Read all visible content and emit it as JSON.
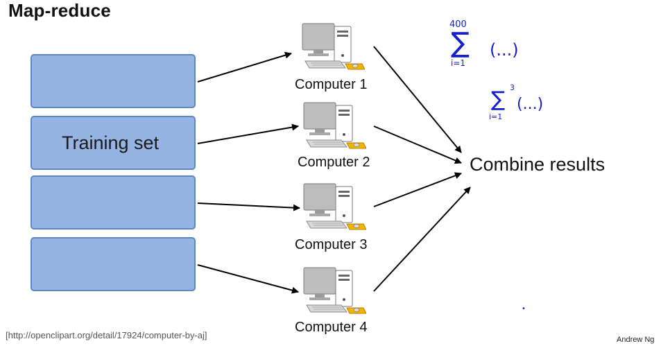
{
  "title": "Map-reduce",
  "training_set_label": "Training set",
  "computers": [
    {
      "label": "Computer 1"
    },
    {
      "label": "Computer 2"
    },
    {
      "label": "Computer 3"
    },
    {
      "label": "Computer 4"
    }
  ],
  "combine_label": "Combine results",
  "annotation": {
    "sum1_upper": "400",
    "sum1_lower": "i=1",
    "sum1_args": "(...)",
    "sum2_upper": "3",
    "sum2_lower": "i=1",
    "sum2_args": "(...)"
  },
  "credit": "[http://openclipart.org/detail/17924/computer-by-aj]",
  "author": "Andrew Ng",
  "colors": {
    "block_fill": "#95b3e3",
    "block_border": "#5e86c6",
    "ink": "#1520c8",
    "arrow": "#000000"
  }
}
